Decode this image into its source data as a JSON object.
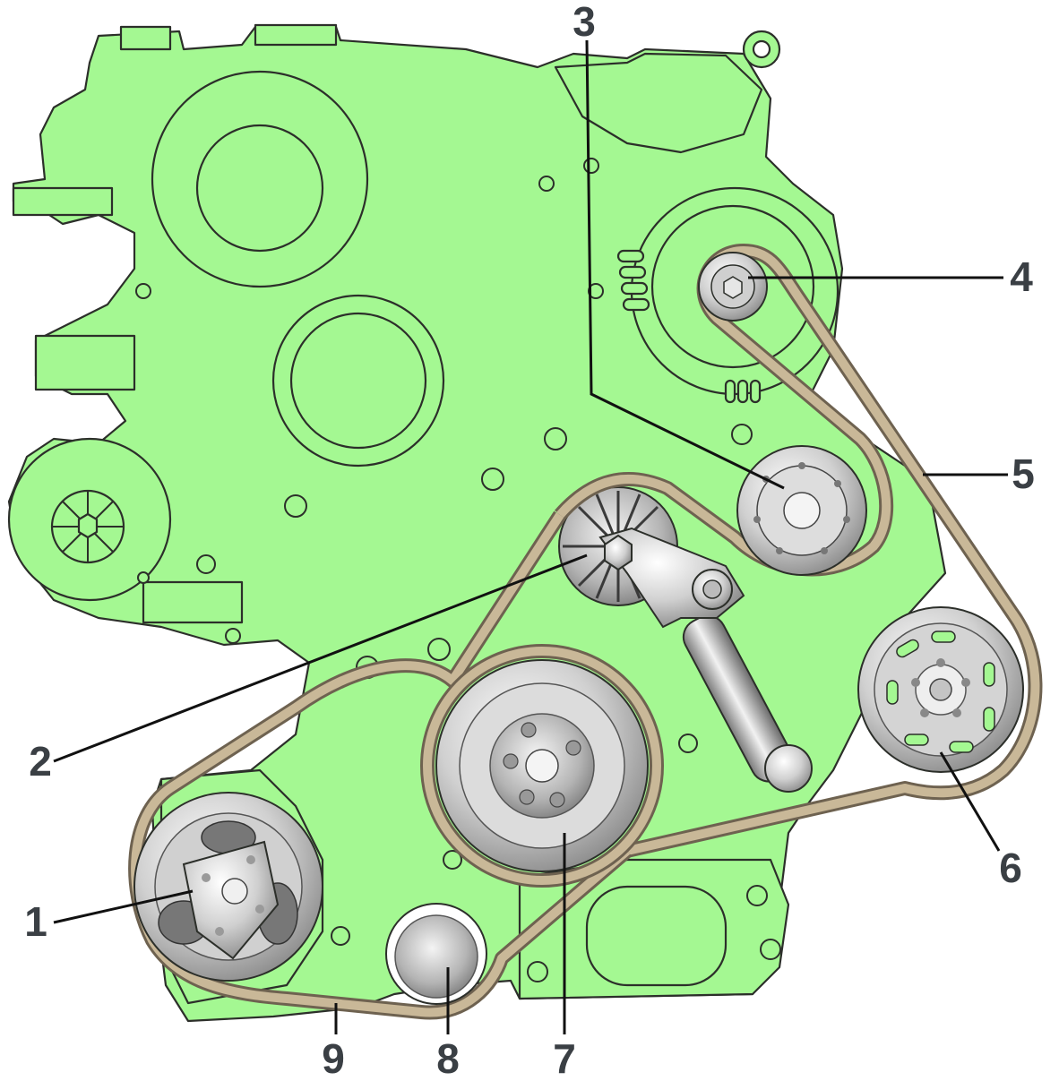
{
  "diagram": {
    "colors": {
      "engine_fill": "#a4f892",
      "engine_outline": "#2c2f2a",
      "belt": "#c9b898",
      "belt_edge": "#6e6250",
      "pulley_metal": "#d8d8d8",
      "leader": "#111111",
      "label_text": "#3a3f44"
    },
    "callouts": {
      "c1": "1",
      "c2": "2",
      "c3": "3",
      "c4": "4",
      "c5": "5",
      "c6": "6",
      "c7": "7",
      "c8": "8",
      "c9": "9"
    }
  }
}
